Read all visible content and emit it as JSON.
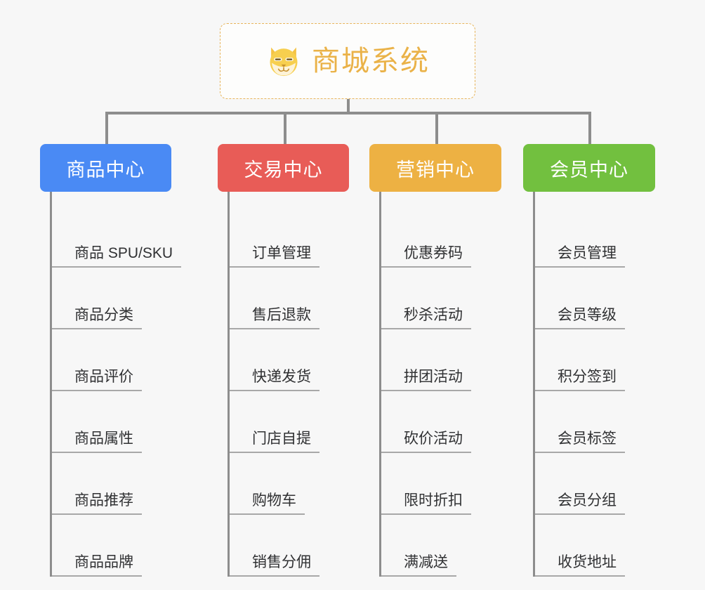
{
  "root": {
    "title": "商城系统",
    "icon": "shiba-dog-face-emoji",
    "title_color": "#eab248",
    "border_color": "#e7b45a"
  },
  "colors": {
    "background": "#f7f7f7",
    "connector": "#8d8d8d",
    "leaf_text": "#303133",
    "leaf_underline": "#a8a8a8"
  },
  "categories": [
    {
      "label": "商品中心",
      "color": "#4a8af4",
      "items": [
        "商品 SPU/SKU",
        "商品分类",
        "商品评价",
        "商品属性",
        "商品推荐",
        "商品品牌"
      ]
    },
    {
      "label": "交易中心",
      "color": "#e85c57",
      "items": [
        "订单管理",
        "售后退款",
        "快递发货",
        "门店自提",
        "购物车",
        "销售分佣"
      ]
    },
    {
      "label": "营销中心",
      "color": "#edb143",
      "items": [
        "优惠券码",
        "秒杀活动",
        "拼团活动",
        "砍价活动",
        "限时折扣",
        "满减送"
      ]
    },
    {
      "label": "会员中心",
      "color": "#72c03f",
      "items": [
        "会员管理",
        "会员等级",
        "积分签到",
        "会员标签",
        "会员分组",
        "收货地址"
      ]
    }
  ]
}
